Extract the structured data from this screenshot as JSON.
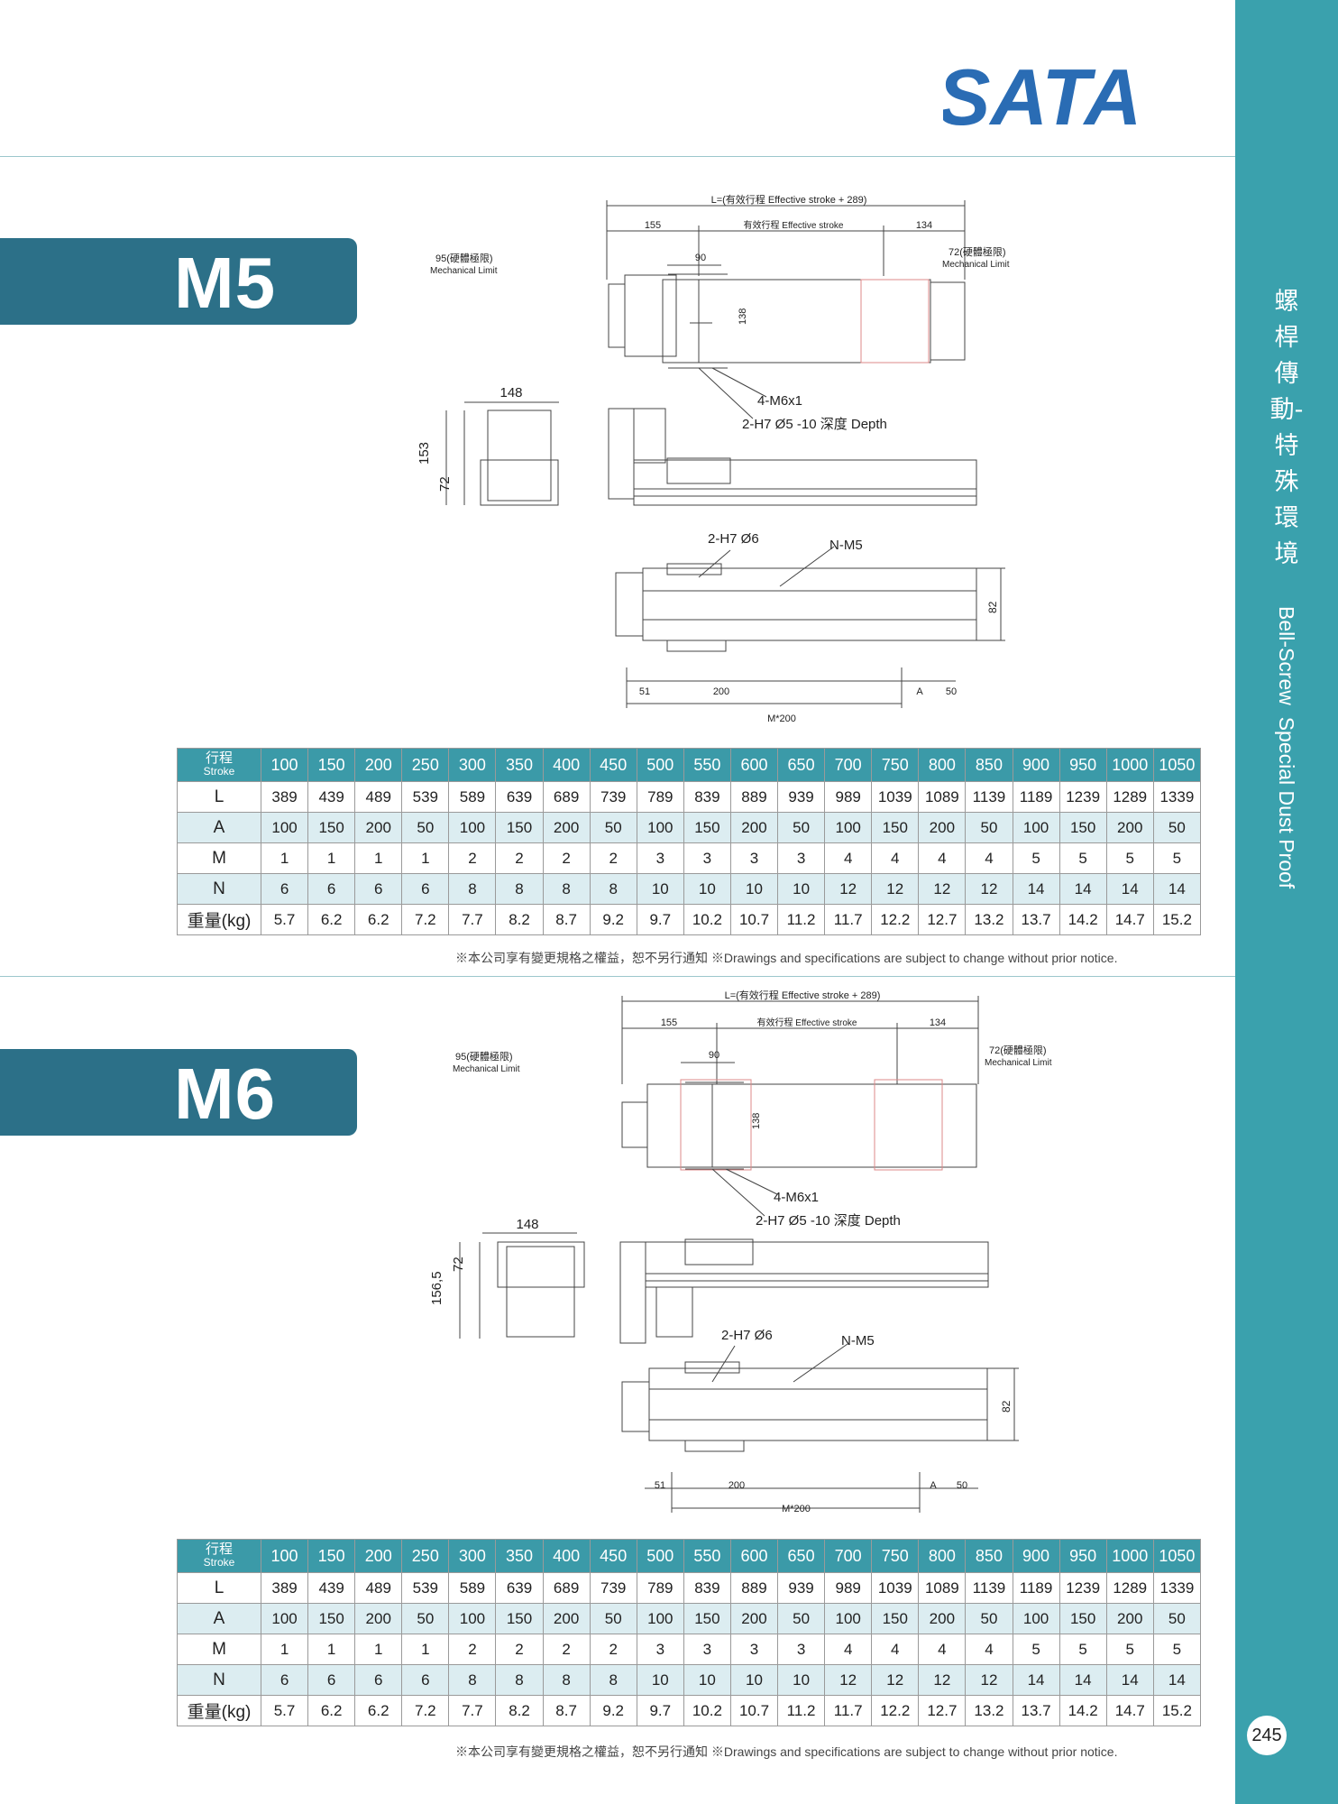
{
  "brand": {
    "logo_text": "SATA"
  },
  "sidebar": {
    "title_cn": "螺桿傳動-特殊環境",
    "title_en": "Bell-Screw  Special Dust Proof",
    "page_number": "245"
  },
  "colors": {
    "accent": "#3aa1ad",
    "label_bg": "#2c7088",
    "header_bg": "#3b9aa8",
    "row_shade": "#dcedf1",
    "logo": "#2a6cb4"
  },
  "sections": [
    {
      "model": "M5",
      "drawing": {
        "length_label": "L=(有效行程 Effective stroke + 289)",
        "d155": "155",
        "effective_stroke": "有效行程 Effective stroke",
        "d134": "134",
        "d90": "90",
        "mech_left": "95(硬體極限)",
        "mech_left_en": "Mechanical Limit",
        "mech_right": "72(硬體極限)",
        "mech_right_en": "Mechanical Limit",
        "d138": "138",
        "d148": "148",
        "d153": "153",
        "d72": "72",
        "tap": "4-M6x1",
        "pin": "2-H7 Ø5 -10 深度 Depth",
        "pin6": "2-H7 Ø6",
        "nm5": "N-M5",
        "d82": "82",
        "d51": "51",
        "d200": "200",
        "dA": "A",
        "d50": "50",
        "m200": "M*200"
      },
      "table": {
        "header_cn": "行程",
        "header_en": "Stroke",
        "strokes": [
          "100",
          "150",
          "200",
          "250",
          "300",
          "350",
          "400",
          "450",
          "500",
          "550",
          "600",
          "650",
          "700",
          "750",
          "800",
          "850",
          "900",
          "950",
          "1000",
          "1050"
        ],
        "rows": [
          {
            "label": "L",
            "values": [
              "389",
              "439",
              "489",
              "539",
              "589",
              "639",
              "689",
              "739",
              "789",
              "839",
              "889",
              "939",
              "989",
              "1039",
              "1089",
              "1139",
              "1189",
              "1239",
              "1289",
              "1339"
            ]
          },
          {
            "label": "A",
            "values": [
              "100",
              "150",
              "200",
              "50",
              "100",
              "150",
              "200",
              "50",
              "100",
              "150",
              "200",
              "50",
              "100",
              "150",
              "200",
              "50",
              "100",
              "150",
              "200",
              "50"
            ]
          },
          {
            "label": "M",
            "values": [
              "1",
              "1",
              "1",
              "1",
              "2",
              "2",
              "2",
              "2",
              "3",
              "3",
              "3",
              "3",
              "4",
              "4",
              "4",
              "4",
              "5",
              "5",
              "5",
              "5"
            ]
          },
          {
            "label": "N",
            "values": [
              "6",
              "6",
              "6",
              "6",
              "8",
              "8",
              "8",
              "8",
              "10",
              "10",
              "10",
              "10",
              "12",
              "12",
              "12",
              "12",
              "14",
              "14",
              "14",
              "14"
            ]
          },
          {
            "label": "重量(kg)",
            "values": [
              "5.7",
              "6.2",
              "6.2",
              "7.2",
              "7.7",
              "8.2",
              "8.7",
              "9.2",
              "9.7",
              "10.2",
              "10.7",
              "11.2",
              "11.7",
              "12.2",
              "12.7",
              "13.2",
              "13.7",
              "14.2",
              "14.7",
              "15.2"
            ]
          }
        ]
      },
      "notice": "※本公司享有變更規格之權益，恕不另行通知 ※Drawings and specifications are subject to change without prior notice."
    },
    {
      "model": "M6",
      "drawing": {
        "length_label": "L=(有效行程 Effective stroke + 289)",
        "d155": "155",
        "effective_stroke": "有效行程 Effective stroke",
        "d134": "134",
        "d90": "90",
        "mech_left": "95(硬體極限)",
        "mech_left_en": "Mechanical Limit",
        "mech_right": "72(硬體極限)",
        "mech_right_en": "Mechanical Limit",
        "d138": "138",
        "d148": "148",
        "d153": "156,5",
        "d72": "72",
        "tap": "4-M6x1",
        "pin": "2-H7 Ø5 -10 深度 Depth",
        "pin6": "2-H7 Ø6",
        "nm5": "N-M5",
        "d82": "82",
        "d51": "51",
        "d200": "200",
        "dA": "A",
        "d50": "50",
        "m200": "M*200"
      },
      "table": {
        "header_cn": "行程",
        "header_en": "Stroke",
        "strokes": [
          "100",
          "150",
          "200",
          "250",
          "300",
          "350",
          "400",
          "450",
          "500",
          "550",
          "600",
          "650",
          "700",
          "750",
          "800",
          "850",
          "900",
          "950",
          "1000",
          "1050"
        ],
        "rows": [
          {
            "label": "L",
            "values": [
              "389",
              "439",
              "489",
              "539",
              "589",
              "639",
              "689",
              "739",
              "789",
              "839",
              "889",
              "939",
              "989",
              "1039",
              "1089",
              "1139",
              "1189",
              "1239",
              "1289",
              "1339"
            ]
          },
          {
            "label": "A",
            "values": [
              "100",
              "150",
              "200",
              "50",
              "100",
              "150",
              "200",
              "50",
              "100",
              "150",
              "200",
              "50",
              "100",
              "150",
              "200",
              "50",
              "100",
              "150",
              "200",
              "50"
            ]
          },
          {
            "label": "M",
            "values": [
              "1",
              "1",
              "1",
              "1",
              "2",
              "2",
              "2",
              "2",
              "3",
              "3",
              "3",
              "3",
              "4",
              "4",
              "4",
              "4",
              "5",
              "5",
              "5",
              "5"
            ]
          },
          {
            "label": "N",
            "values": [
              "6",
              "6",
              "6",
              "6",
              "8",
              "8",
              "8",
              "8",
              "10",
              "10",
              "10",
              "10",
              "12",
              "12",
              "12",
              "12",
              "14",
              "14",
              "14",
              "14"
            ]
          },
          {
            "label": "重量(kg)",
            "values": [
              "5.7",
              "6.2",
              "6.2",
              "7.2",
              "7.7",
              "8.2",
              "8.7",
              "9.2",
              "9.7",
              "10.2",
              "10.7",
              "11.2",
              "11.7",
              "12.2",
              "12.7",
              "13.2",
              "13.7",
              "14.2",
              "14.7",
              "15.2"
            ]
          }
        ]
      },
      "notice": "※本公司享有變更規格之權益，恕不另行通知 ※Drawings and specifications are subject to change without prior notice."
    }
  ]
}
